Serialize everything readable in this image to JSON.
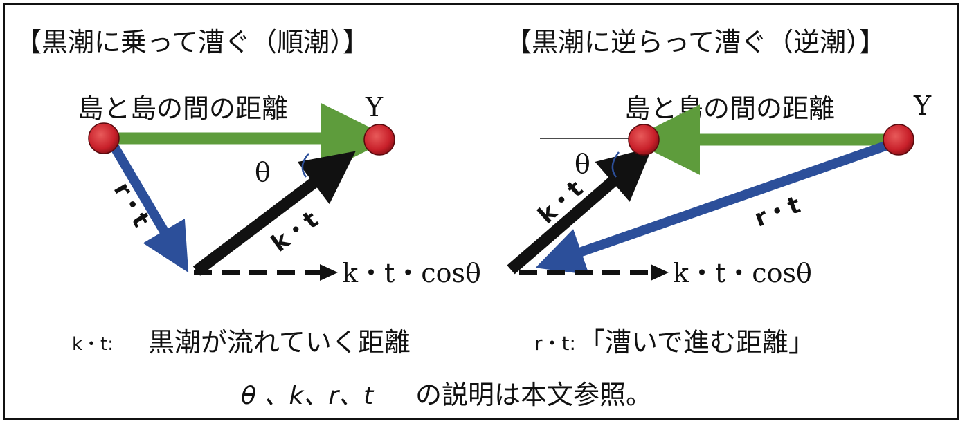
{
  "colors": {
    "node_red": "#c8202a",
    "current_green": "#5e9c3c",
    "rowing_blue": "#2c4f9a",
    "resultant_black": "#111111"
  },
  "left_panel": {
    "heading": "【黒潮に乗って漕ぐ（順潮）】",
    "distance_label": "島と島の間の距離",
    "distance_symbol": "Y",
    "theta": "θ",
    "rt_label": "r・t",
    "kt_label": "k・t",
    "projection_label": "k・t・cosθ"
  },
  "right_panel": {
    "heading": "【黒潮に逆らって漕ぐ（逆潮）】",
    "distance_label": "島と島の間の距離",
    "distance_symbol": "Y",
    "theta": "θ",
    "rt_label": "r・t",
    "kt_label": "k・t",
    "projection_label": "k・t・cosθ"
  },
  "legend": {
    "kt_def_symbol": "k・t:",
    "kt_def_text": "黒潮が流れていく距離",
    "rt_def_symbol": "r・t:",
    "rt_def_text": "「漕いで進む距離」"
  },
  "footnote": {
    "symbols": "θ 、k、r、t",
    "text": "の説明は本文参照。"
  }
}
